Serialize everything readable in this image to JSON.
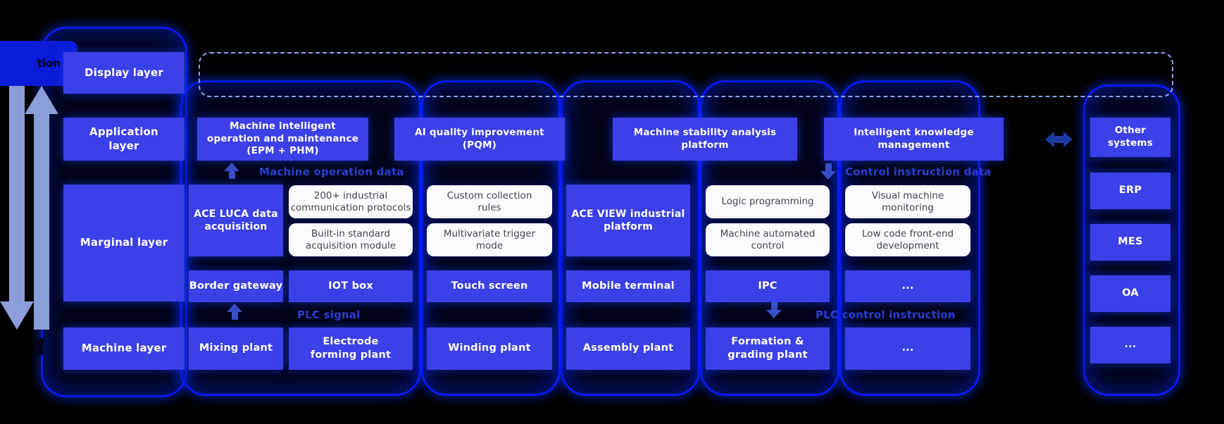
{
  "left_column": {
    "cutoff_label": "tion",
    "layers": [
      "Display layer",
      "Application\nlayer",
      "Marginal layer",
      "Machine layer"
    ]
  },
  "application_row": {
    "platforms": [
      "Machine intelligent\noperation and maintenance\n(EPM + PHM)",
      "AI quality improvement\n(PQM)",
      "Machine stability analysis\nplatform",
      "Intelligent knowledge\nmanagement"
    ],
    "other_systems": "Other\nsystems"
  },
  "flow_labels": {
    "machine_operation_data": "Machine operation data",
    "control_instruction_data": "Control instruction data",
    "plc_signal": "PLC signal",
    "plc_control_instruction": "PLC control instruction"
  },
  "marginal_row": {
    "ace_luca": "ACE LUCA data\nacquisition",
    "ace_view": "ACE VIEW industrial\nplatform",
    "features": [
      "200+ industrial\ncommunication protocols",
      "Built-in standard\nacquisition module",
      "Custom collection\nrules",
      "Multivariate trigger\nmode",
      "Logic programming",
      "Machine automated\ncontrol",
      "Visual machine\nmonitoring",
      "Low code front-end\ndevelopment"
    ]
  },
  "gateway_row": [
    "Border gateway",
    "IOT box",
    "Touch screen",
    "Mobile terminal",
    "IPC",
    "..."
  ],
  "machine_row": [
    "Mixing plant",
    "Electrode\nforming plant",
    "Winding plant",
    "Assembly plant",
    "Formation &\ngrading plant",
    "..."
  ],
  "right_column": [
    "ERP",
    "MES",
    "OA",
    "..."
  ],
  "colors": {
    "box_blue": "#3c40e8",
    "pill_border_blue": "#0a18f2",
    "flow_label_blue": "#2b3ed2",
    "side_arrow_blue_gray": "#8c9ed8",
    "dashed_outline": "#8aa4ec",
    "white_card": "#fbfbfd",
    "background": "#000000"
  }
}
